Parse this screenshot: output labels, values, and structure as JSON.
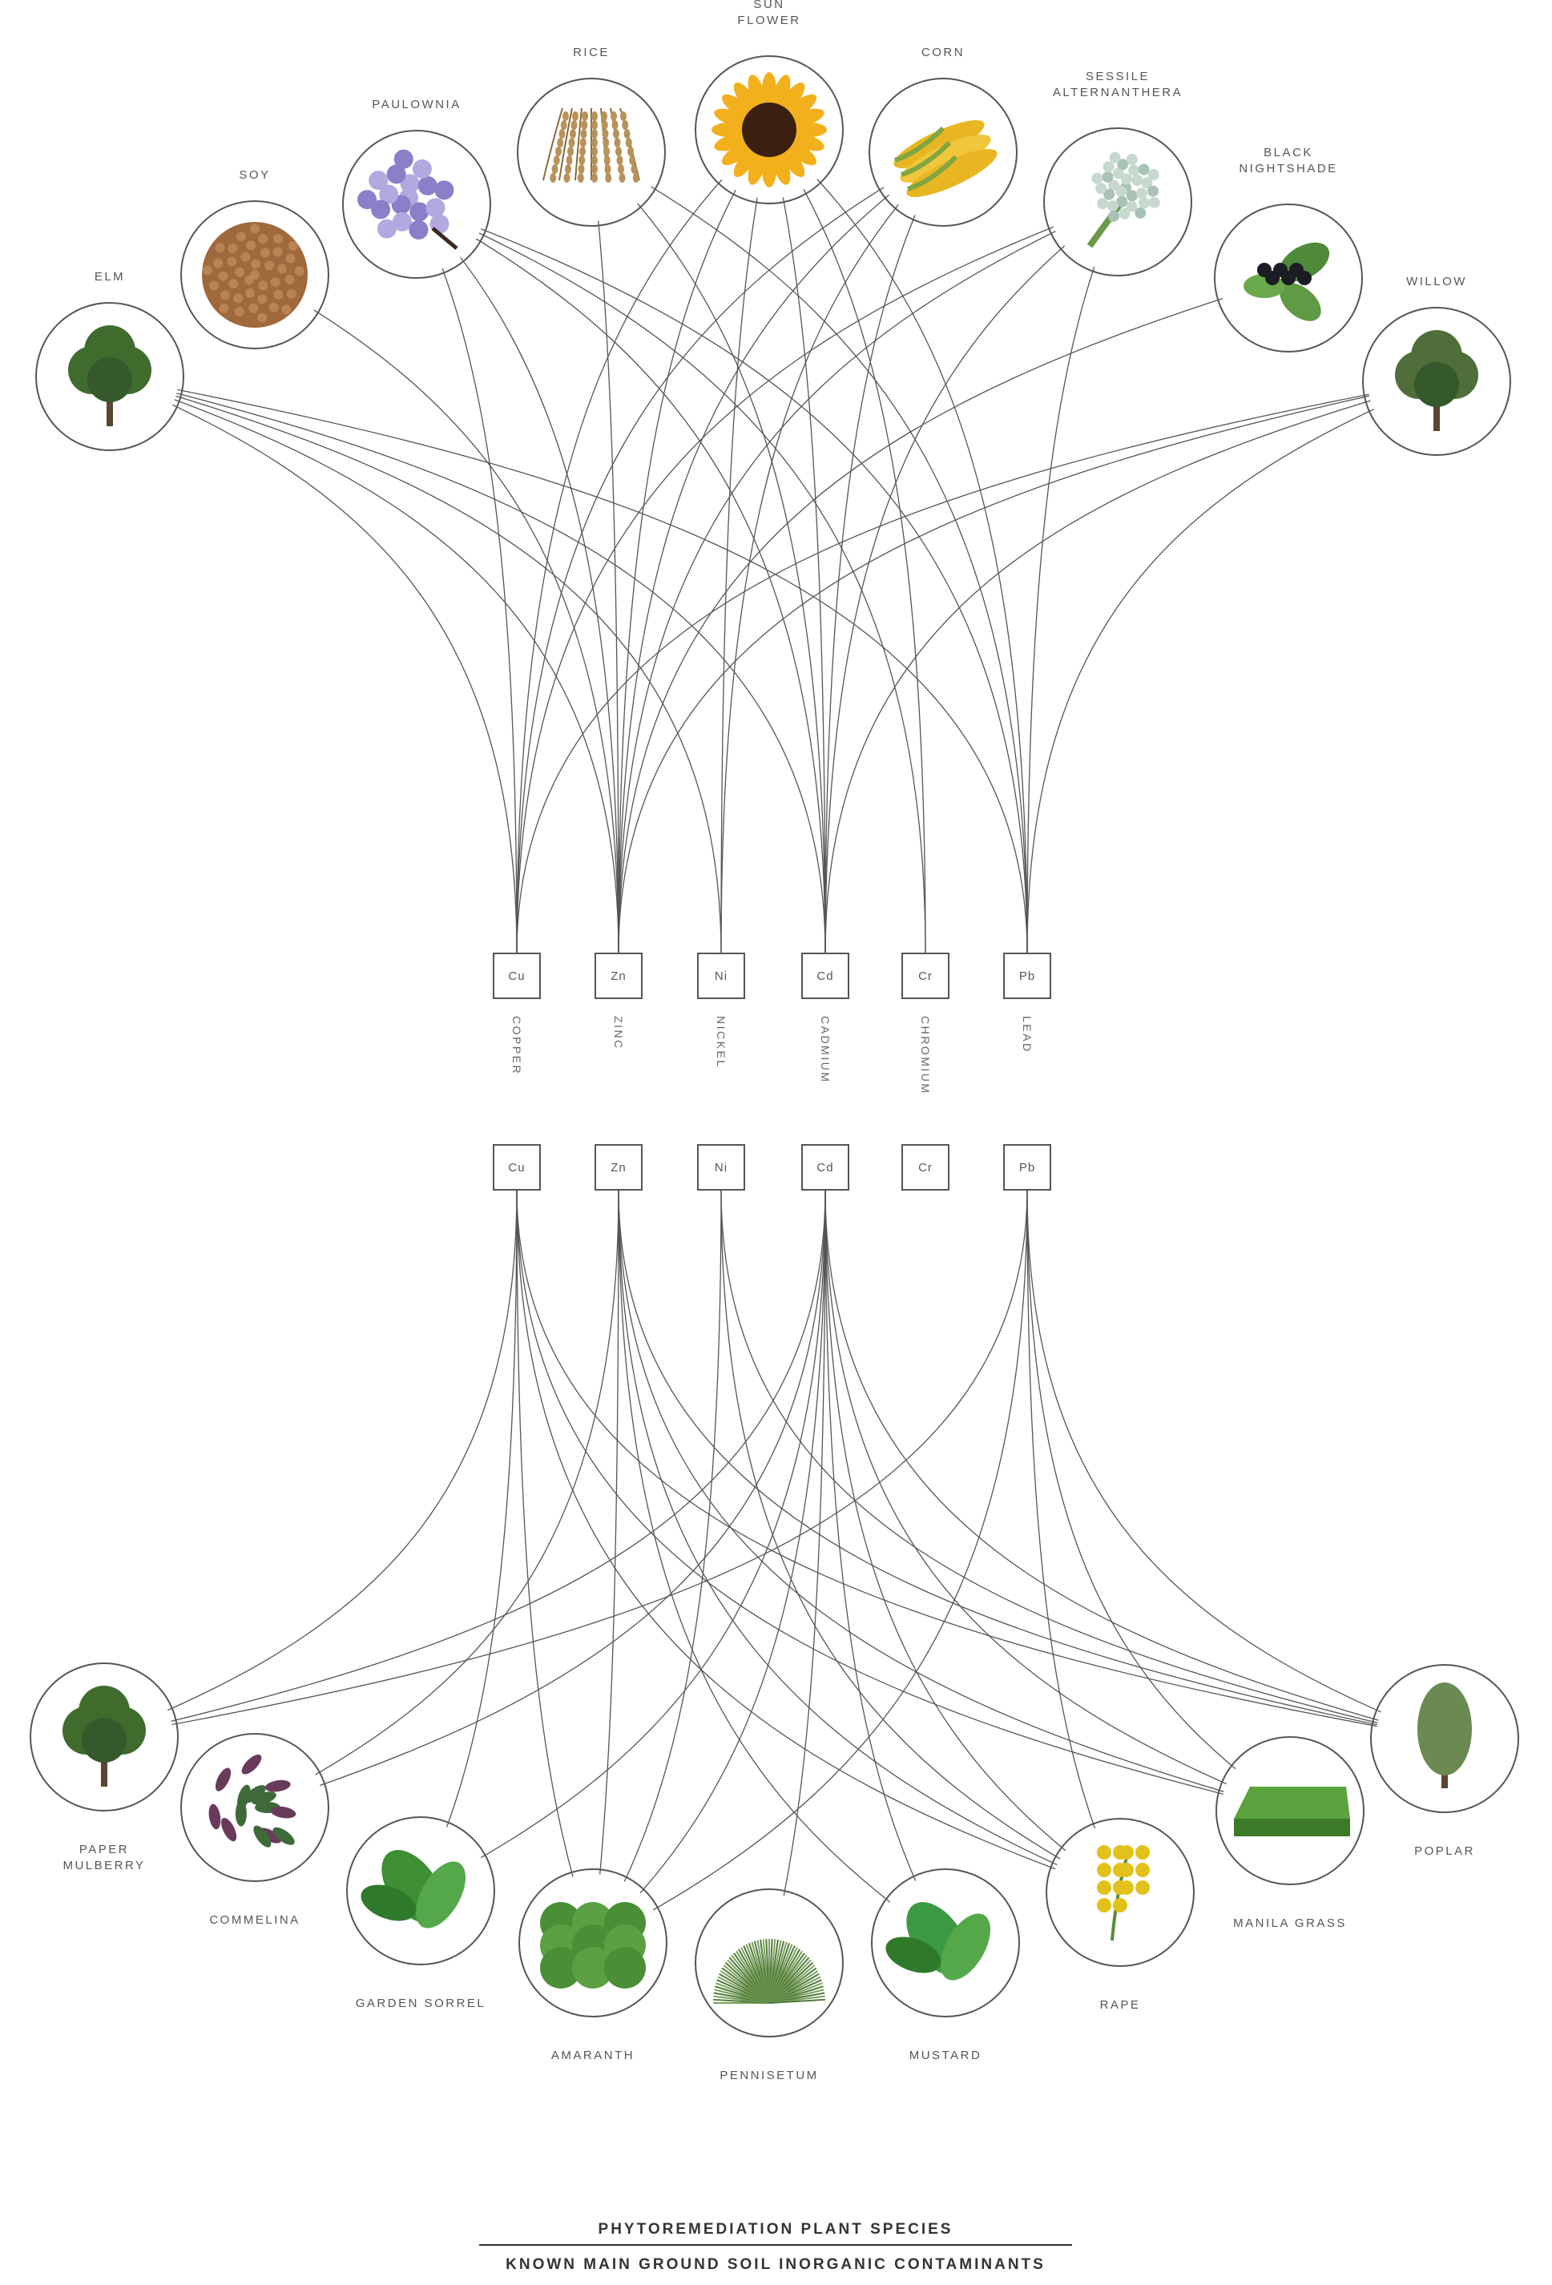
{
  "top_plants": [
    {
      "name": [
        "ELM"
      ],
      "icon": "tree-icon"
    },
    {
      "name": [
        "SOY"
      ],
      "icon": "soybean-icon"
    },
    {
      "name": [
        "PAULOWNIA"
      ],
      "icon": "flower-cluster-icon"
    },
    {
      "name": [
        "RICE"
      ],
      "icon": "rice-icon"
    },
    {
      "name": [
        "SUN",
        "FLOWER"
      ],
      "icon": "sunflower-icon"
    },
    {
      "name": [
        "CORN"
      ],
      "icon": "corn-icon"
    },
    {
      "name": [
        "SESSILE",
        "ALTERNANTHERA"
      ],
      "icon": "flower-icon"
    },
    {
      "name": [
        "BLACK",
        "NIGHTSHADE"
      ],
      "icon": "berry-icon"
    },
    {
      "name": [
        "WILLOW"
      ],
      "icon": "willow-tree-icon"
    }
  ],
  "contaminants": [
    {
      "symbol": "Cu",
      "name": "COPPER"
    },
    {
      "symbol": "Zn",
      "name": "ZINC"
    },
    {
      "symbol": "Ni",
      "name": "NICKEL"
    },
    {
      "symbol": "Cd",
      "name": "CADMIUM"
    },
    {
      "symbol": "Cr",
      "name": "CHROMIUM"
    },
    {
      "symbol": "Pb",
      "name": "LEAD"
    }
  ],
  "bottom_plants": [
    {
      "name": [
        "PAPER",
        "MULBERRY"
      ],
      "icon": "tree-icon"
    },
    {
      "name": [
        "COMMELINA"
      ],
      "icon": "herb-icon"
    },
    {
      "name": [
        "GARDEN SORREL"
      ],
      "icon": "leaf-icon"
    },
    {
      "name": [
        "AMARANTH"
      ],
      "icon": "leafy-icon"
    },
    {
      "name": [
        "PENNISETUM"
      ],
      "icon": "grass-icon"
    },
    {
      "name": [
        "MUSTARD"
      ],
      "icon": "greens-icon"
    },
    {
      "name": [
        "RAPE"
      ],
      "icon": "yellow-flower-icon"
    },
    {
      "name": [
        "MANILA GRASS"
      ],
      "icon": "turf-icon"
    },
    {
      "name": [
        "POPLAR"
      ],
      "icon": "poplar-tree-icon"
    }
  ],
  "top_links": [
    [
      0,
      0
    ],
    [
      0,
      1
    ],
    [
      0,
      2
    ],
    [
      0,
      3
    ],
    [
      0,
      5
    ],
    [
      1,
      1
    ],
    [
      2,
      0
    ],
    [
      2,
      1
    ],
    [
      2,
      3
    ],
    [
      2,
      4
    ],
    [
      2,
      5
    ],
    [
      3,
      1
    ],
    [
      3,
      3
    ],
    [
      3,
      5
    ],
    [
      4,
      0
    ],
    [
      4,
      1
    ],
    [
      4,
      2
    ],
    [
      4,
      3
    ],
    [
      4,
      4
    ],
    [
      4,
      5
    ],
    [
      5,
      0
    ],
    [
      5,
      1
    ],
    [
      5,
      2
    ],
    [
      5,
      3
    ],
    [
      6,
      0
    ],
    [
      6,
      1
    ],
    [
      6,
      3
    ],
    [
      6,
      5
    ],
    [
      7,
      1
    ],
    [
      8,
      0
    ],
    [
      8,
      1
    ],
    [
      8,
      3
    ],
    [
      8,
      5
    ]
  ],
  "bottom_links": [
    [
      0,
      0
    ],
    [
      0,
      3
    ],
    [
      0,
      5
    ],
    [
      1,
      1
    ],
    [
      1,
      3
    ],
    [
      2,
      0
    ],
    [
      2,
      3
    ],
    [
      3,
      0
    ],
    [
      3,
      1
    ],
    [
      3,
      2
    ],
    [
      3,
      3
    ],
    [
      3,
      5
    ],
    [
      4,
      3
    ],
    [
      5,
      1
    ],
    [
      5,
      3
    ],
    [
      6,
      0
    ],
    [
      6,
      1
    ],
    [
      6,
      2
    ],
    [
      6,
      3
    ],
    [
      6,
      5
    ],
    [
      7,
      0
    ],
    [
      7,
      1
    ],
    [
      7,
      3
    ],
    [
      7,
      5
    ],
    [
      8,
      0
    ],
    [
      8,
      1
    ],
    [
      8,
      2
    ],
    [
      8,
      3
    ],
    [
      8,
      5
    ]
  ],
  "caption": {
    "line1": "PHYTOREMEDIATION PLANT SPECIES",
    "line2": "KNOWN MAIN GROUND SOIL INORGANIC CONTAMINANTS"
  }
}
